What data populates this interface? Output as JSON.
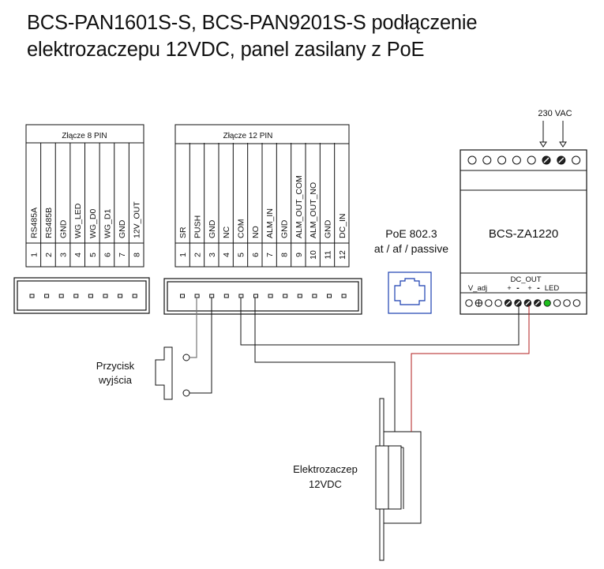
{
  "title": {
    "line1": "BCS-PAN1601S-S, BCS-PAN9201S-S podłączenie",
    "line2": "elektrozaczepu 12VDC, panel zasilany z PoE"
  },
  "connector8": {
    "header": "Złącze 8 PIN",
    "pins": [
      {
        "num": "1",
        "label": "RS485A"
      },
      {
        "num": "2",
        "label": "RS485B"
      },
      {
        "num": "3",
        "label": "GND"
      },
      {
        "num": "4",
        "label": "WG_LED"
      },
      {
        "num": "5",
        "label": "WG_D0"
      },
      {
        "num": "6",
        "label": "WG_D1"
      },
      {
        "num": "7",
        "label": "GND"
      },
      {
        "num": "8",
        "label": "12V_OUT"
      }
    ]
  },
  "connector12": {
    "header": "Złącze 12 PIN",
    "pins": [
      {
        "num": "1",
        "label": "SR"
      },
      {
        "num": "2",
        "label": "PUSH"
      },
      {
        "num": "3",
        "label": "GND"
      },
      {
        "num": "4",
        "label": "NC"
      },
      {
        "num": "5",
        "label": "COM"
      },
      {
        "num": "6",
        "label": "NO"
      },
      {
        "num": "7",
        "label": "ALM_IN"
      },
      {
        "num": "8",
        "label": "GND"
      },
      {
        "num": "9",
        "label": "ALM_OUT_COM"
      },
      {
        "num": "10",
        "label": "ALM_OUT_NO"
      },
      {
        "num": "11",
        "label": "GND"
      },
      {
        "num": "12",
        "label": "DC_IN"
      }
    ]
  },
  "poe": {
    "line1": "PoE 802.3",
    "line2": "at / af / passive",
    "icon": "rj45-port-icon",
    "color": "#1a3fb0"
  },
  "psu": {
    "model": "BCS-ZA1220",
    "ac_label": "230 VAC",
    "dc_out_label": "DC_OUT",
    "v_adj_label": "V_adj",
    "polarity_labels": [
      "+",
      "-",
      "+",
      "-"
    ],
    "led_label": "LED",
    "top_terminals": [
      "empty",
      "empty",
      "empty",
      "empty",
      "empty",
      "screw",
      "screw",
      "empty"
    ],
    "bottom_terminals": [
      "empty",
      "adjust",
      "empty",
      "empty",
      "screw",
      "screw",
      "screw",
      "screw",
      "led",
      "empty",
      "empty",
      "empty"
    ],
    "led_color": "#1fbf1f"
  },
  "button": {
    "label_line1": "Przycisk",
    "label_line2": "wyjścia"
  },
  "lock": {
    "label_line1": "Elektrozaczep",
    "label_line2": "12VDC"
  },
  "wires": {
    "positive_color": "#b01c1c",
    "negative_color": "#000000"
  }
}
